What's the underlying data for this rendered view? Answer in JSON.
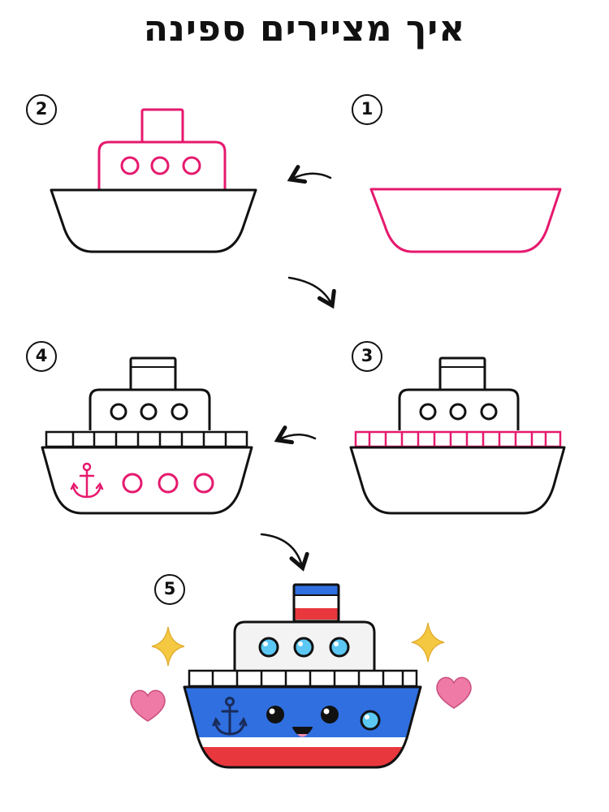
{
  "title": "איך מציירים ספינה",
  "steps": [
    {
      "number": "1"
    },
    {
      "number": "2"
    },
    {
      "number": "3"
    },
    {
      "number": "4"
    },
    {
      "number": "5"
    }
  ],
  "colors": {
    "stroke": "#111111",
    "highlight": "#e6196e",
    "hull_blue": "#2f6fe0",
    "stripe_red": "#e8383d",
    "porthole_blue": "#5bc7f2",
    "star": "#f5c842",
    "heart": "#f07aa6"
  }
}
